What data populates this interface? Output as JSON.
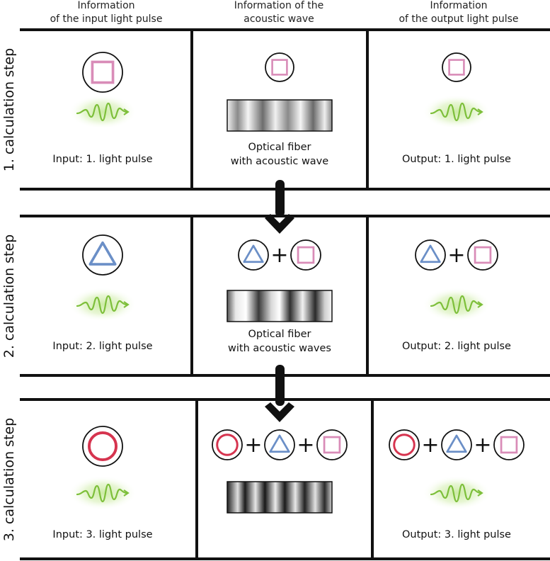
{
  "columns": {
    "input": {
      "line1": "Information",
      "line2": "of the input light pulse"
    },
    "acoustic": {
      "line1": "Information of the",
      "line2": "acoustic wave"
    },
    "output": {
      "line1": "Information",
      "line2": "of the output light pulse"
    }
  },
  "steps": [
    {
      "side_label": "1. calculation step",
      "input_label": "Input: 1. light pulse",
      "fiber_label_1": "Optical fiber",
      "fiber_label_2": "with acoustic wave",
      "output_label": "Output: 1. light pulse",
      "input_symbol": "square",
      "acoustic_symbols": [
        "square"
      ],
      "output_symbols": [
        "square"
      ],
      "plus": "+"
    },
    {
      "side_label": "2. calculation step",
      "input_label": "Input: 2. light pulse",
      "fiber_label_1": "Optical fiber",
      "fiber_label_2": "with acoustic waves",
      "output_label": "Output: 2. light pulse",
      "input_symbol": "triangle",
      "acoustic_symbols": [
        "triangle",
        "square"
      ],
      "output_symbols": [
        "triangle",
        "square"
      ],
      "plus": "+"
    },
    {
      "side_label": "3. calculation step",
      "input_label": "Input: 3. light pulse",
      "fiber_label_1": "",
      "fiber_label_2": "",
      "output_label": "Output: 3. light pulse",
      "input_symbol": "circle",
      "acoustic_symbols": [
        "circle",
        "triangle",
        "square"
      ],
      "output_symbols": [
        "circle",
        "triangle",
        "square"
      ],
      "plus": "+"
    }
  ],
  "colors": {
    "square": "#d98cb8",
    "triangle": "#6b8fc7",
    "circle": "#d6344f",
    "wave": "#7dbf3a",
    "wave_glow": "#c9eaa0",
    "arrow": "#111111",
    "line": "#111111"
  },
  "icons": {
    "square": "pink-square-symbol-icon",
    "triangle": "blue-triangle-symbol-icon",
    "circle": "red-circle-symbol-icon",
    "wave": "light-pulse-wave-icon",
    "fiber": "optical-fiber-acoustic-wave-icon",
    "arrow": "down-arrow-icon"
  }
}
